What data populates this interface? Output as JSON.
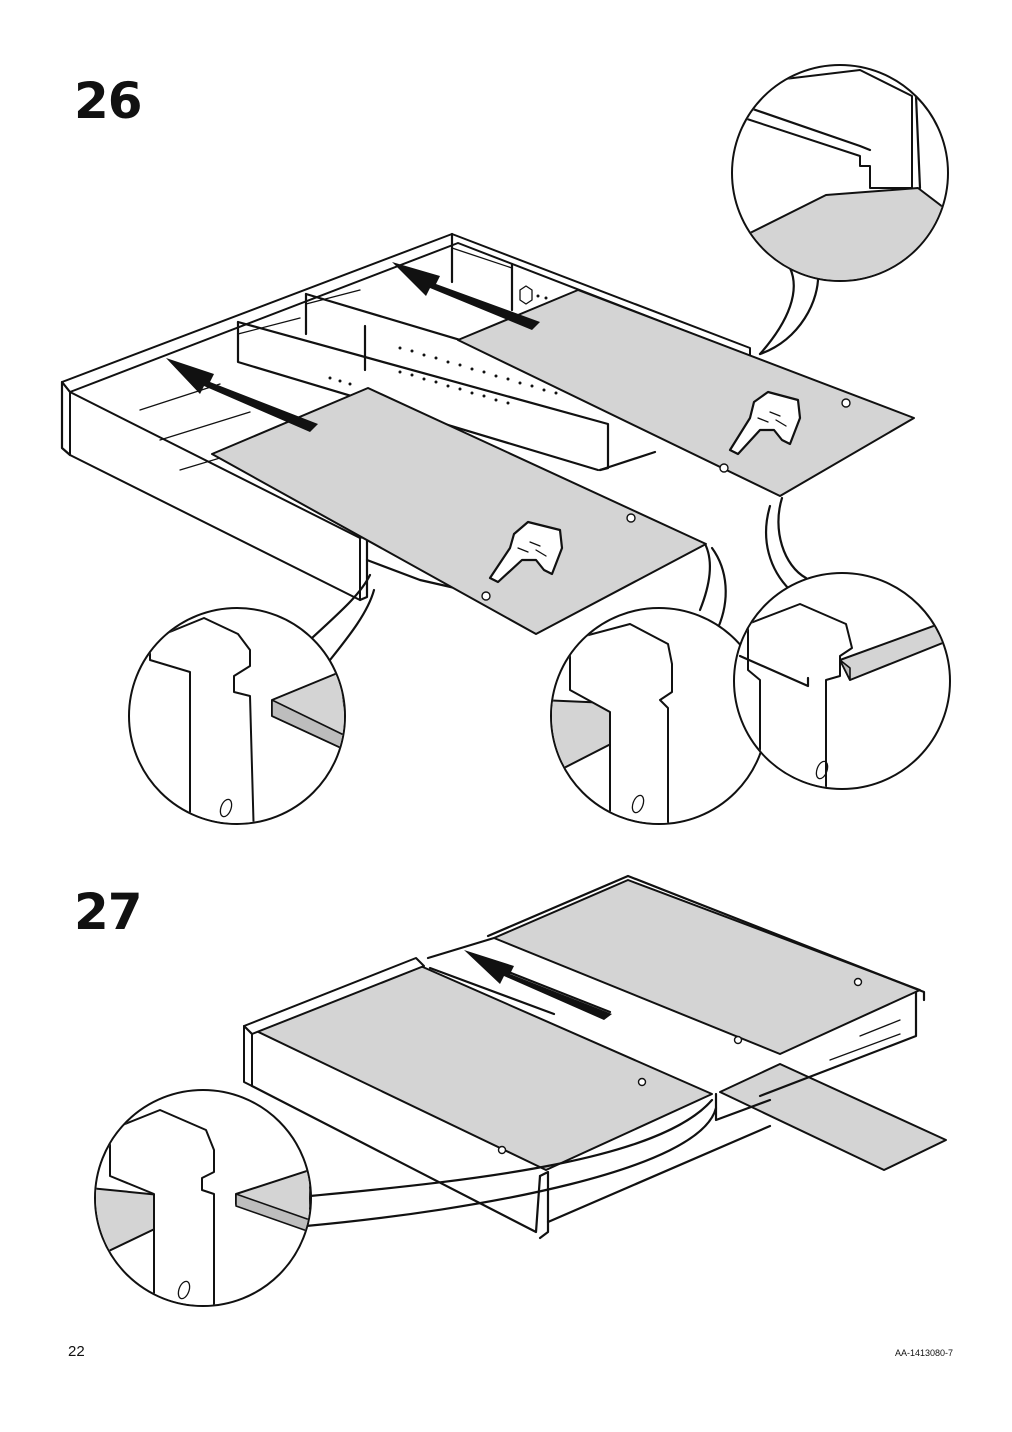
{
  "steps": [
    {
      "number": "26"
    },
    {
      "number": "27"
    }
  ],
  "footer": {
    "page_number": "22",
    "document_code": "AA-1413080-7"
  },
  "colors": {
    "panel_fill": "#d4d4d4",
    "line": "#111111",
    "background": "#ffffff"
  },
  "icons": [
    "push-arrow-icon",
    "pointing-hand-icon",
    "detail-callout-icon",
    "hex-key-icon"
  ]
}
